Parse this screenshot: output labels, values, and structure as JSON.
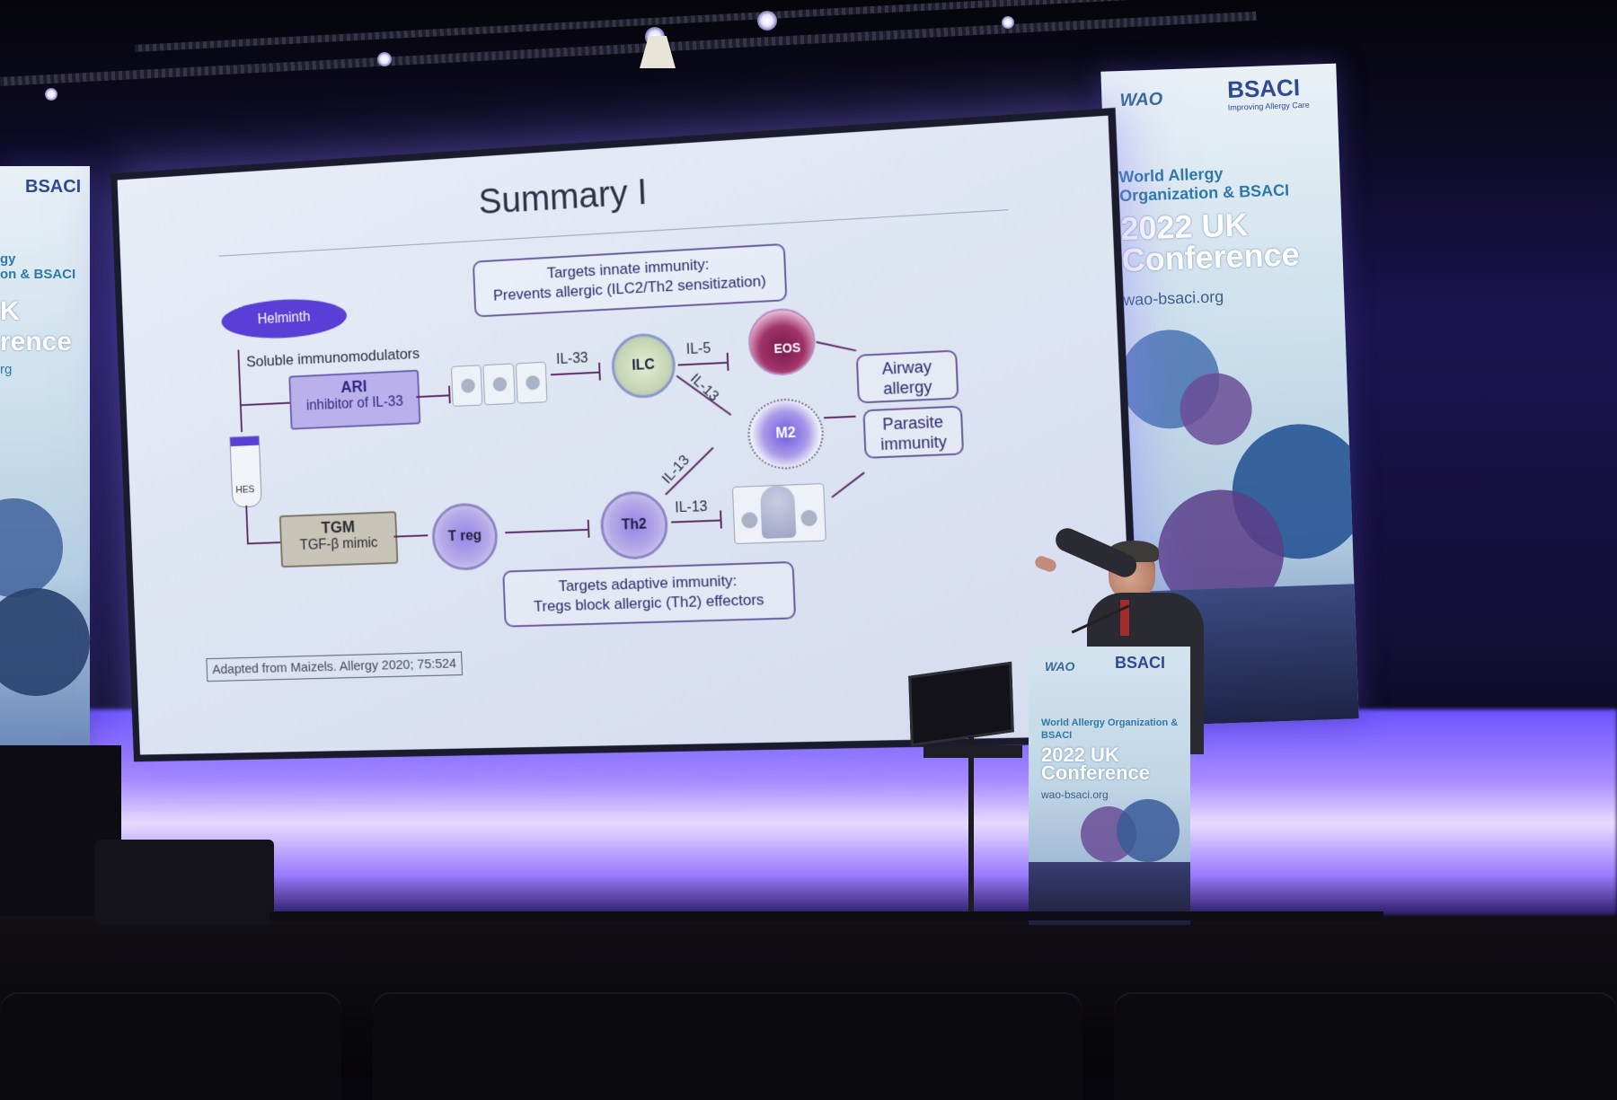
{
  "slide": {
    "title": "Summary I",
    "innate_box": {
      "line1": "Targets innate immunity:",
      "line2": "Prevents allergic (ILC2/Th2 sensitization)"
    },
    "adaptive_box": {
      "line1": "Targets adaptive immunity:",
      "line2": "Tregs block allergic (Th2) effectors"
    },
    "helminth": "Helminth",
    "soluble": "Soluble immunomodulators",
    "ari": {
      "title": "ARI",
      "sub": "inhibitor of IL-33"
    },
    "tgm": {
      "title": "TGM",
      "sub": "TGF-β mimic"
    },
    "hes": "HES",
    "il33": "IL-33",
    "il5": "IL-5",
    "il13a": "IL-13",
    "il13b": "IL-13",
    "il13c": "IL-13",
    "ilc": "ILC",
    "eos": "EOS",
    "m2": "M2",
    "treg": "T reg",
    "th2": "Th2",
    "airway": {
      "line1": "Airway",
      "line2": "allergy"
    },
    "parasite": {
      "line1": "Parasite",
      "line2": "immunity"
    },
    "source": "Adapted from Maizels. Allergy 2020; 75:524"
  },
  "banner_right": {
    "logo1": "WAO",
    "logo2": "BSACI",
    "tagline": "Improving Allergy Care",
    "org": "World Allergy Organization & BSACI",
    "conf1": "2022 UK",
    "conf2": "Conference",
    "url": "wao-bsaci.org"
  },
  "banner_left": {
    "logo": "BSACI",
    "org_frag": "gy\non & BSACI",
    "conf_frag": "K\nrence",
    "url_frag": "rg"
  },
  "podium": {
    "logo1": "WAO",
    "logo2": "BSACI",
    "org": "World Allergy Organization & BSACI",
    "conf1": "2022 UK",
    "conf2": "Conference",
    "url": "wao-bsaci.org"
  },
  "colors": {
    "stage_glow": "#a98dff",
    "slide_bg": "#dde4f2",
    "accent_purple": "#5a3fd6",
    "banner_text": "#2e79a8"
  }
}
